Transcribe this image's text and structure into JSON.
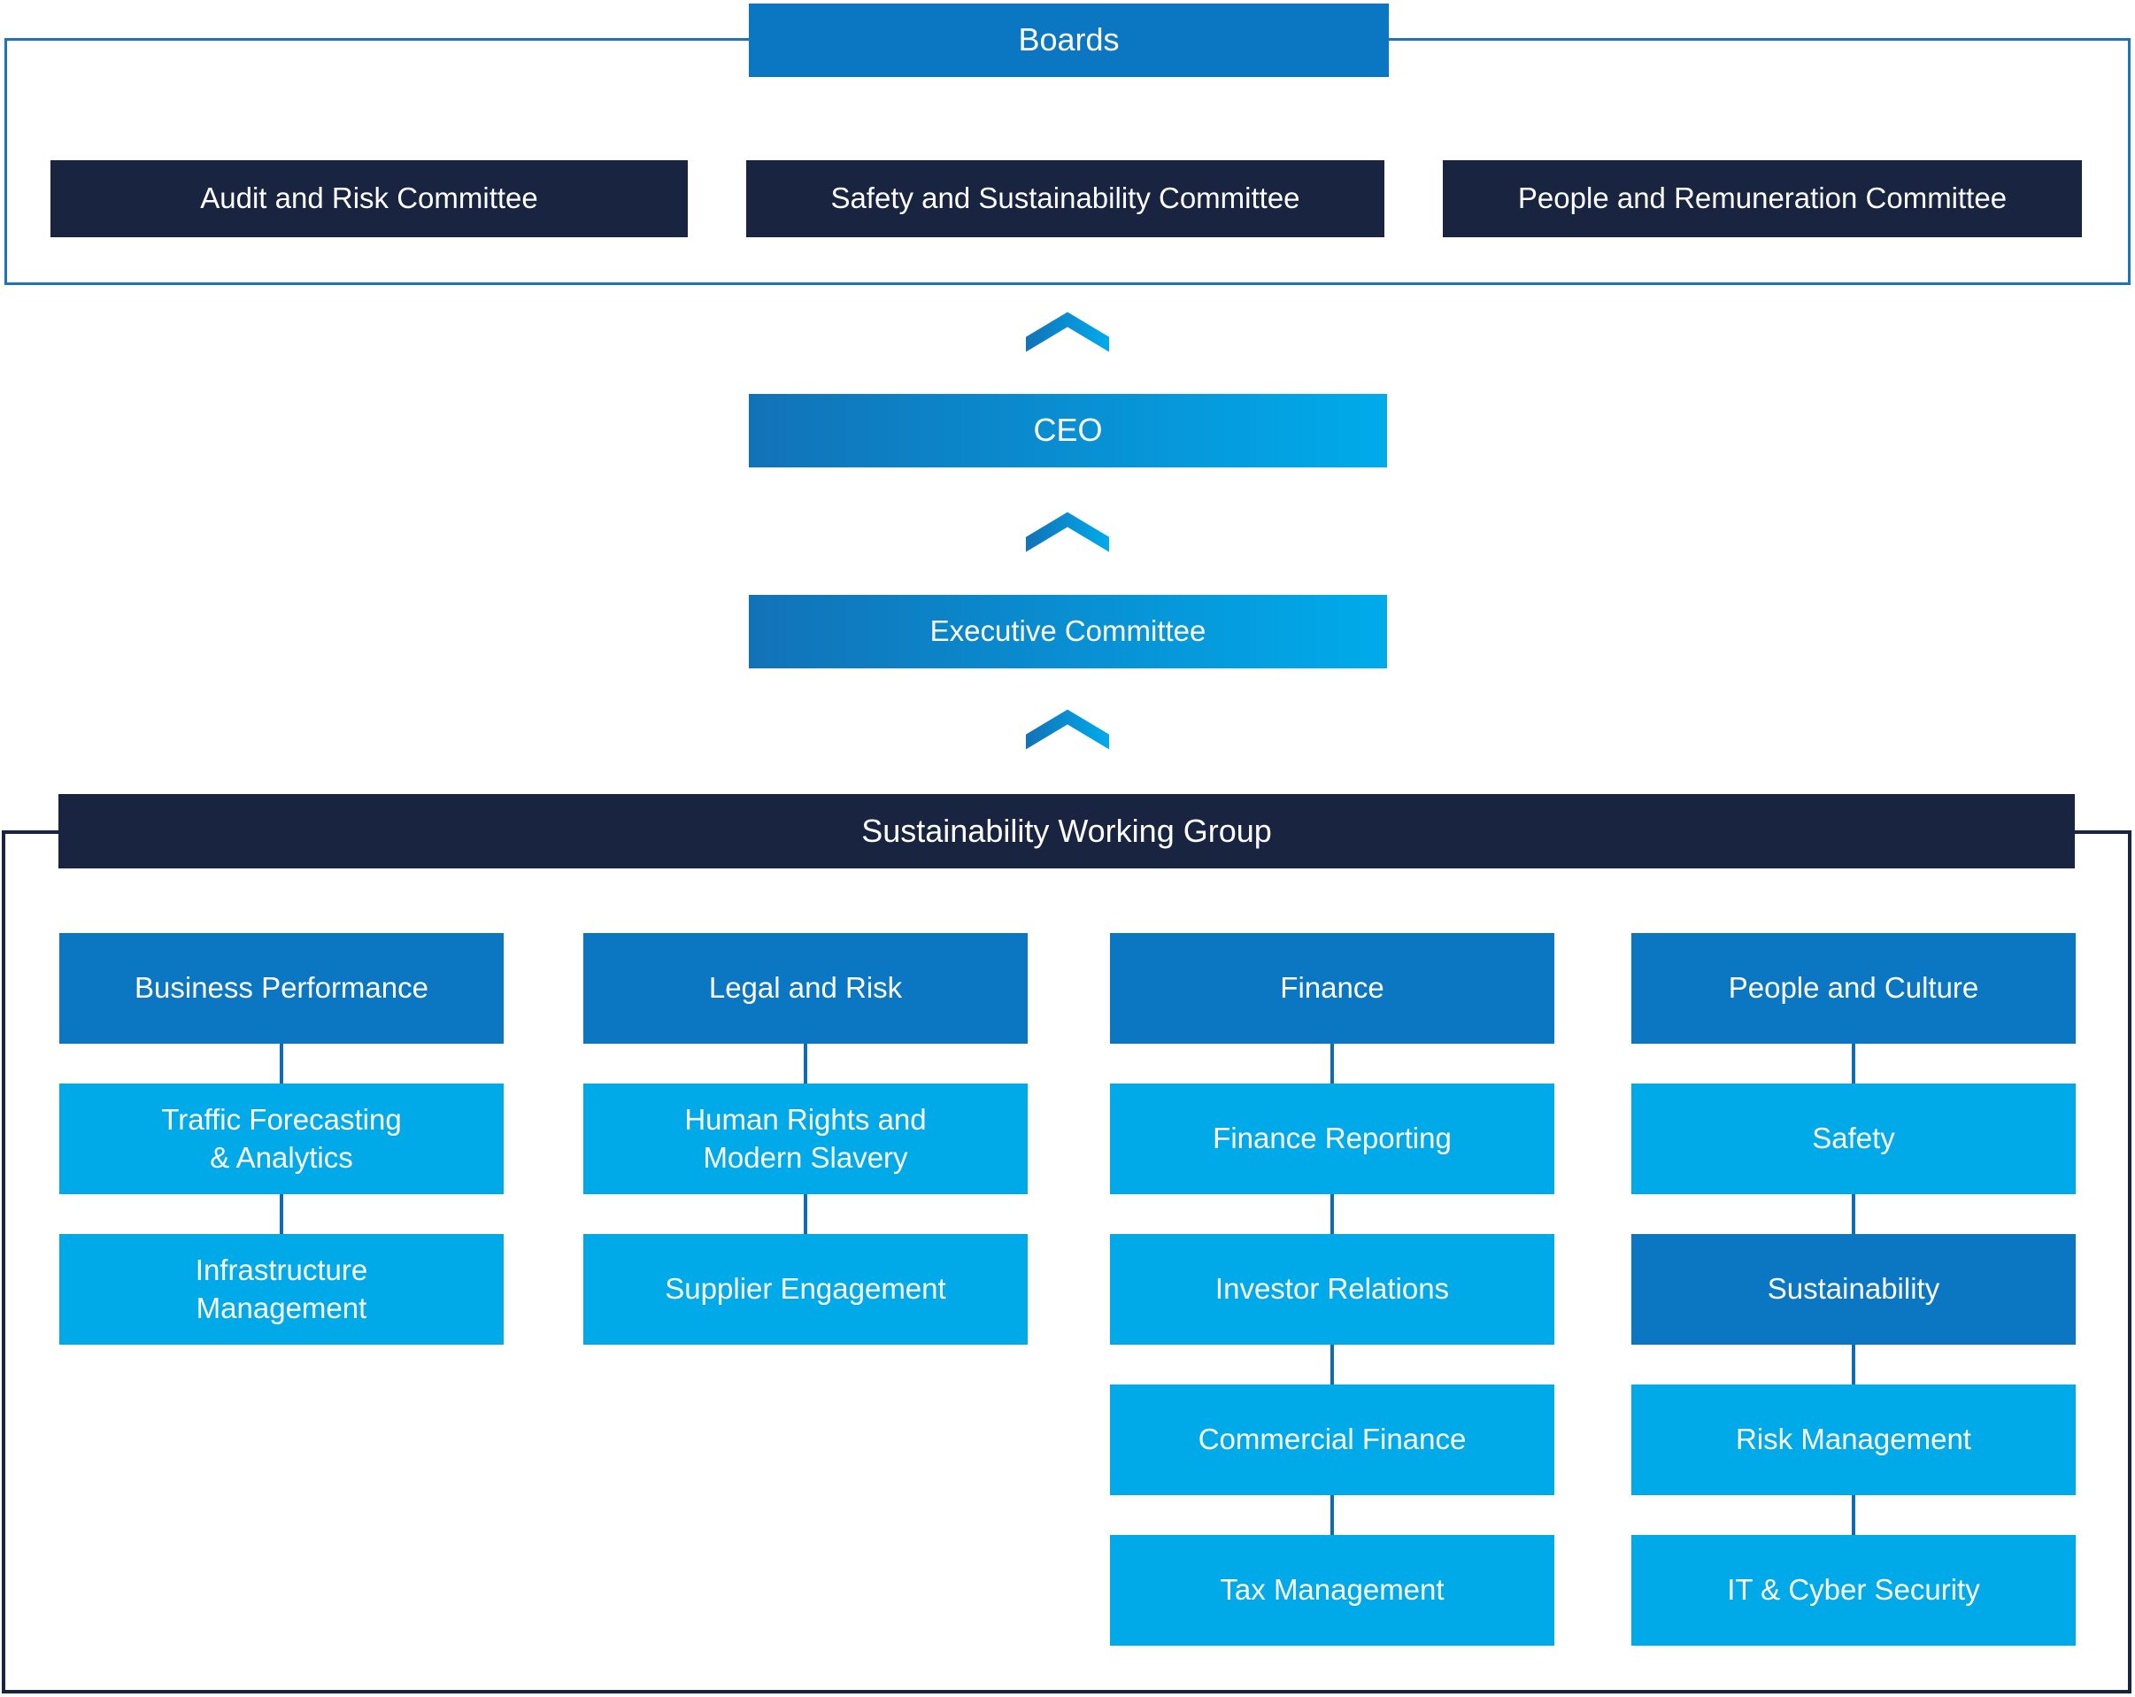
{
  "palette": {
    "medium_blue": "#0b76c2",
    "navy": "#182440",
    "cyan": "#00a9e8",
    "gradient_start": "#1272b8",
    "gradient_end": "#00abeb",
    "board_container_border": "#1b75bc",
    "working_group_container_border": "#182440",
    "connector_line": "#0e6cb2",
    "text": "#ffffff"
  },
  "boards": {
    "label": "Boards",
    "committees": [
      "Audit and Risk Committee",
      "Safety and Sustainability Committee",
      "People and Remuneration Committee"
    ]
  },
  "leadership": {
    "ceo": "CEO",
    "executive_committee": "Executive Committee"
  },
  "working_group": {
    "title": "Sustainability Working Group",
    "columns": [
      {
        "header": "Business Performance",
        "items": [
          "Traffic Forecasting\n& Analytics",
          "Infrastructure\nManagement"
        ]
      },
      {
        "header": "Legal and Risk",
        "items": [
          "Human Rights and\nModern Slavery",
          "Supplier Engagement"
        ]
      },
      {
        "header": "Finance",
        "items": [
          "Finance Reporting",
          "Investor Relations",
          "Commercial Finance",
          "Tax Management"
        ]
      },
      {
        "header": "People and Culture",
        "items": [
          "Safety",
          "Sustainability",
          "Risk Management",
          "IT & Cyber Security"
        ],
        "highlighted_item": "Sustainability"
      }
    ]
  }
}
